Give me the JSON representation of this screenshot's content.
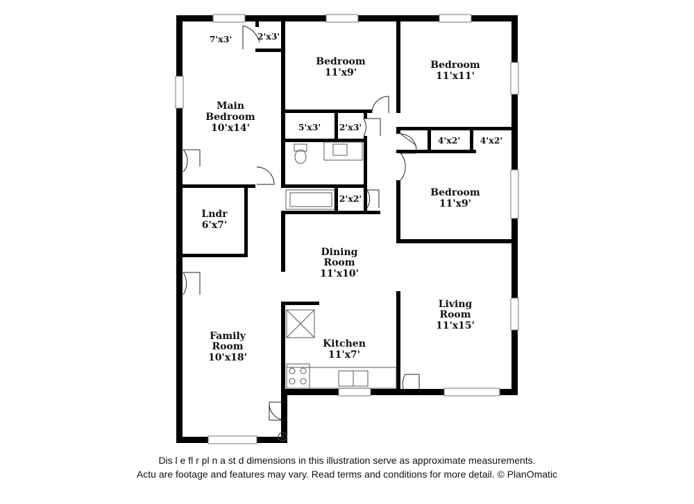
{
  "rooms": {
    "main_bedroom": {
      "name_line1": "Main",
      "name_line2": "Bedroom",
      "dims": "10'x14'"
    },
    "bedroom_1": {
      "name": "Bedroom",
      "dims": "11'x9'"
    },
    "bedroom_2": {
      "name": "Bedroom",
      "dims": "11'x11'"
    },
    "bedroom_3": {
      "name": "Bedroom",
      "dims": "11'x9'"
    },
    "laundry": {
      "name": "Lndr",
      "dims": "6'x7'"
    },
    "dining_room": {
      "name_line1": "Dining",
      "name_line2": "Room",
      "dims": "11'x10'"
    },
    "living_room": {
      "name_line1": "Living",
      "name_line2": "Room",
      "dims": "11'x15'"
    },
    "family_room": {
      "name_line1": "Family",
      "name_line2": "Room",
      "dims": "10'x18'"
    },
    "kitchen": {
      "name": "Kitchen",
      "dims": "11'x7'"
    }
  },
  "closets": {
    "c1": "7'x3'",
    "c2": "2'x3'",
    "c3": "5'x3'",
    "c4": "2'x3'",
    "c5": "4'x2'",
    "c6": "4'x2'",
    "c7": "2'x2'"
  },
  "disclaimer": {
    "line1": "Dis      l  e fl    r pl  n a   st   d dimensions in this illustration serve as approximate measurements.",
    "line2": "Actu      are footage and features may vary. Read terms and conditions for more detail. © PlanOmatic"
  },
  "colors": {
    "wall": "#000000",
    "fixture": "#555555",
    "background": "#ffffff"
  }
}
